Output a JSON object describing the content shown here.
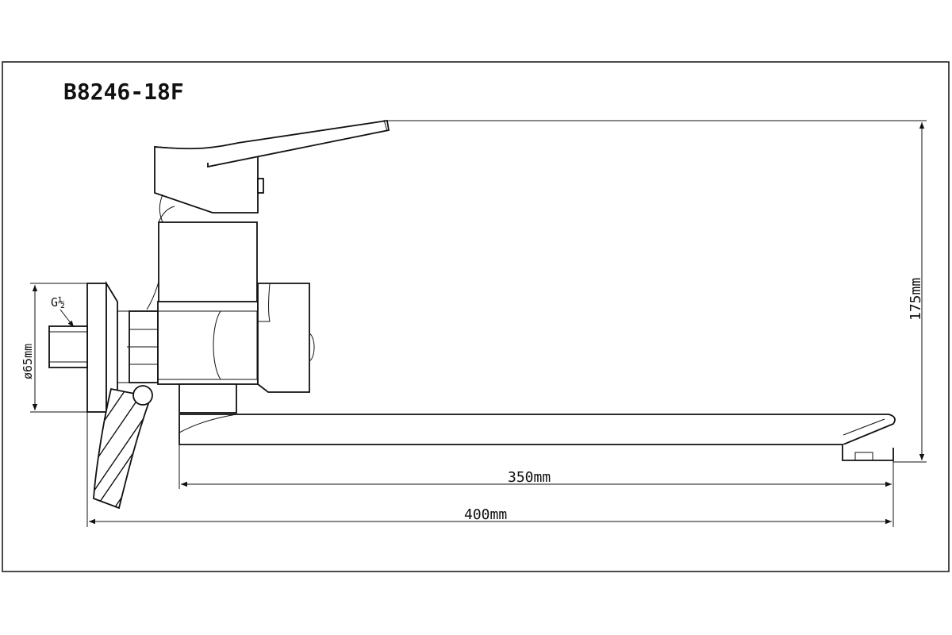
{
  "diagram": {
    "model": "B8246-18F",
    "dimensions": {
      "spout_reach": "350mm",
      "overall_length": "400mm",
      "height": "175mm",
      "flange_diameter": "ø65mm",
      "thread": "G½"
    },
    "colors": {
      "line": "#111111",
      "background": "#ffffff"
    }
  }
}
